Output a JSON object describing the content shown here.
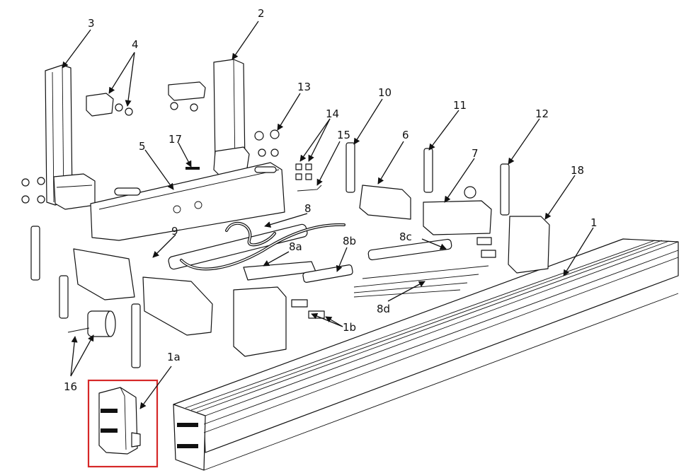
{
  "diagram": {
    "callouts": [
      "1",
      "1a",
      "1b",
      "2",
      "3",
      "4",
      "5",
      "6",
      "7",
      "8",
      "8a",
      "8b",
      "8c",
      "8d",
      "9",
      "10",
      "11",
      "12",
      "13",
      "14",
      "15",
      "16",
      "17",
      "18"
    ],
    "highlight_color": "#d62828",
    "line_color": "#111111"
  }
}
